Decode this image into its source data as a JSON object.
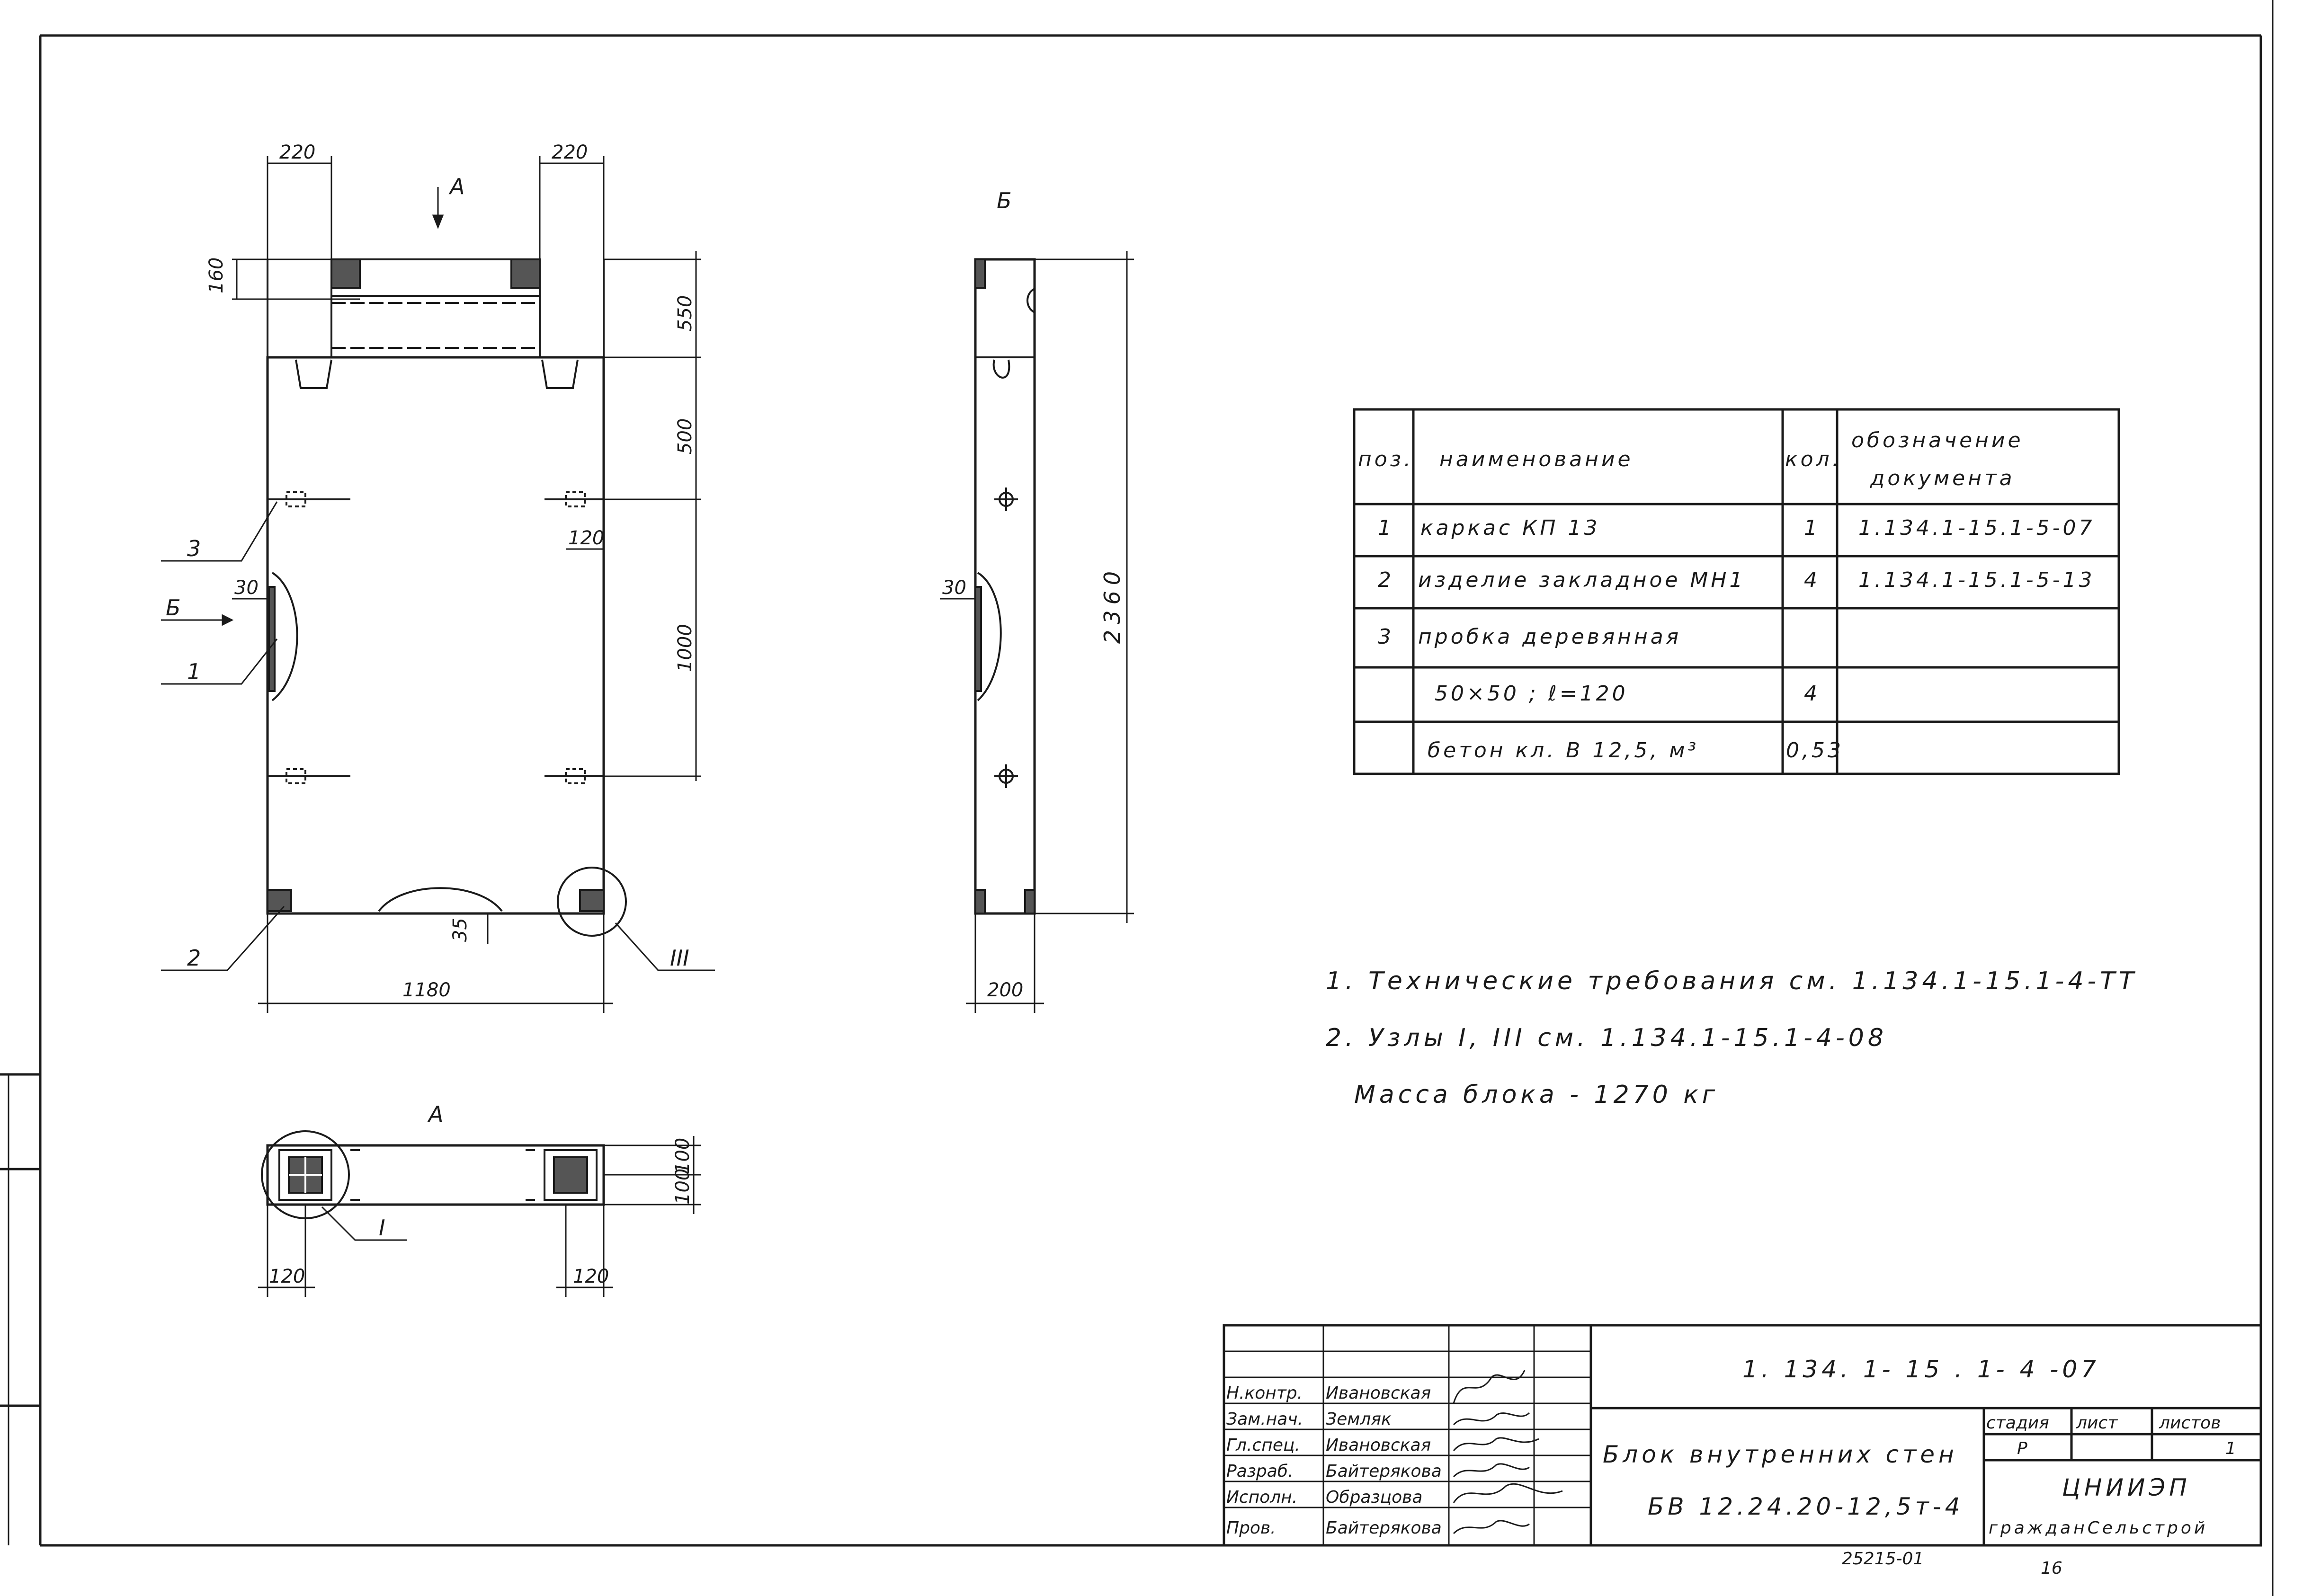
{
  "plan": {
    "dims": {
      "left_top": "220",
      "right_top": "220",
      "side_160": "160",
      "d550": "550",
      "d500": "500",
      "d1000": "1000",
      "d120": "120",
      "d30": "30",
      "d35": "35",
      "width": "1180"
    },
    "callouts": {
      "c3": "3",
      "c1": "1",
      "c2": "2",
      "cIII": "III"
    },
    "view_a_mark": "A",
    "view_b_arrow": "Б"
  },
  "side": {
    "title": "Б",
    "height": "2360",
    "d30": "30",
    "width": "200"
  },
  "bottom": {
    "title": "А",
    "d100a": "100",
    "d100b": "100",
    "left120": "120",
    "right120": "120",
    "callout": "I"
  },
  "spec": {
    "headers": {
      "pos": "поз.",
      "name": "наименование",
      "qty": "кол.",
      "doc1": "обозначение",
      "doc2": "документа"
    },
    "rows": [
      {
        "pos": "1",
        "name": "каркас   КП 13",
        "qty": "1",
        "doc": "1.134.1-15.1-5-07"
      },
      {
        "pos": "2",
        "name": "изделие закладное МН1",
        "qty": "4",
        "doc": "1.134.1-15.1-5-13"
      },
      {
        "pos": "3",
        "name": "пробка деревянная",
        "qty": "",
        "doc": ""
      },
      {
        "pos": "",
        "name": "50×50 ; ℓ=120",
        "qty": "4",
        "doc": ""
      },
      {
        "pos": "",
        "name": "бетон  кл. В 12,5, м³",
        "qty": "0,53",
        "doc": ""
      }
    ]
  },
  "notes": {
    "n1": "1. Технические требования см. 1.134.1-15.1-4-ТТ",
    "n2": "2. Узлы I, III  см. 1.134.1-15.1-4-08",
    "n3": "Масса блока - 1270 кг"
  },
  "title_block": {
    "code": "1. 134. 1- 15 . 1- 4 -07",
    "name1": "Блок внутренних стен",
    "name2": "БВ 12.24.20-12,5т-4",
    "stage_h": "стадия",
    "sheet_h": "лист",
    "sheets_h": "листов",
    "stage": "Р",
    "sheets": "1",
    "org1": "ЦНИИЭП",
    "org2": "гражданСельстрой",
    "roles": [
      {
        "role": "Н.контр.",
        "name": "Ивановская"
      },
      {
        "role": "Зам.нач.",
        "name": "Земляк"
      },
      {
        "role": "Гл.спец.",
        "name": "Ивановская"
      },
      {
        "role": "Разраб.",
        "name": "Байтерякова"
      },
      {
        "role": "Исполн.",
        "name": "Образцова"
      },
      {
        "role": "Пров.",
        "name": "Байтерякова"
      }
    ],
    "inv": "25215-01",
    "page": "16"
  },
  "stamp": {
    "left_strip": "archive-strip"
  }
}
